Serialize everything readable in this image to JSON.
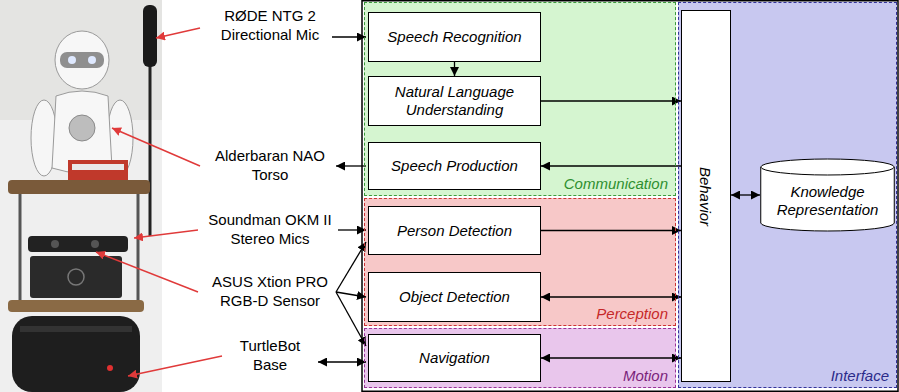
{
  "diagram": {
    "nodes": [
      {
        "text": [
          "Communication"
        ]
      },
      {
        "text": [
          "Speech Recognition"
        ],
        "in": 0
      },
      {
        "text": [
          "Natural Language Understanding"
        ],
        "in": 0
      },
      {
        "text": [
          "Speech Production"
        ],
        "in": 0
      },
      {
        "text": [
          "Perception"
        ]
      },
      {
        "text": [
          "Person Detection"
        ],
        "in": 4
      },
      {
        "text": [
          "Object Detection"
        ],
        "in": 4
      },
      {
        "text": [
          "Motion"
        ]
      },
      {
        "text": [
          "Navigation"
        ],
        "in": 7
      },
      {
        "text": [
          "Interface"
        ]
      },
      {
        "text": [
          "Behavior"
        ],
        "in": 9
      },
      {
        "text": [
          "Knowledge Representation"
        ],
        "in": 9
      }
    ],
    "edges": [
      {
        "from": 1,
        "to": 2,
        "arrow": "to"
      },
      {
        "from": 2,
        "to": 10,
        "arrow": "to"
      },
      {
        "from": 10,
        "to": 3,
        "arrow": "to"
      },
      {
        "from": 5,
        "to": 10,
        "arrow": "to"
      },
      {
        "from": 6,
        "to": 10,
        "arrow": "both"
      },
      {
        "from": 8,
        "to": 10,
        "arrow": "both"
      },
      {
        "from": 10,
        "to": 11,
        "arrow": "both"
      }
    ],
    "labels": [
      "RØDE NTG 2 Directional Mic",
      "Alderbaran NAO Torso",
      "Soundman OKM II Stereo Mics",
      "ASUS Xtion PRO RGB-D Sensor",
      "TurtleBot Base"
    ]
  }
}
